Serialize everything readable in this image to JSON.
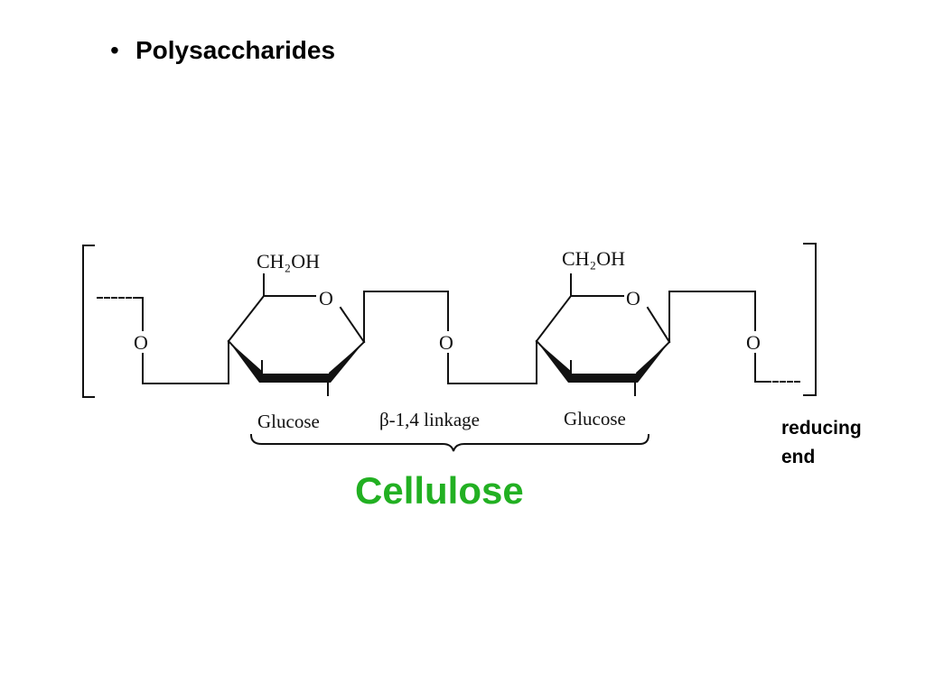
{
  "slide": {
    "bullet": "•",
    "heading": "Polysaccharides",
    "title": "Cellulose",
    "title_color": "#22b022",
    "reducing_end_line1": "reducing",
    "reducing_end_line2": "end"
  },
  "structure": {
    "left_ring_substituent": "CH₂OH",
    "right_ring_substituent": "CH₂OH",
    "ring_oxygen": "O",
    "left_bridge_oxygen": "O",
    "middle_bridge_oxygen": "O",
    "right_bridge_oxygen": "O",
    "label_left": "Glucose",
    "label_middle": "β-1,4 linkage",
    "label_right": "Glucose"
  }
}
